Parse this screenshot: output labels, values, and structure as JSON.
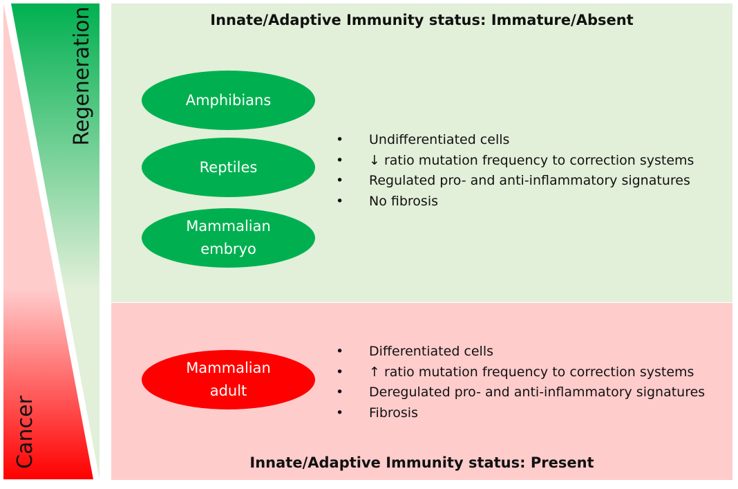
{
  "gradient_axis": {
    "top_label": "Regeneration",
    "bottom_label": "Cancer",
    "colors": {
      "regeneration_strong": "#00b050",
      "regeneration_fade": "#e2efd9",
      "cancer_fade": "#ffcccc",
      "cancer_strong": "#ff0000"
    }
  },
  "top_panel": {
    "status": "Innate/Adaptive Immunity status: Immature/Absent",
    "background": "#e2efd9",
    "organisms": [
      {
        "lines": [
          "Amphibians"
        ]
      },
      {
        "lines": [
          "Reptiles"
        ]
      },
      {
        "lines": [
          "Mammalian",
          "embryo"
        ]
      }
    ],
    "features": [
      "Undifferentiated cells",
      "↓ ratio mutation frequency to correction systems",
      "Regulated pro- and anti-inflammatory signatures",
      "No fibrosis"
    ]
  },
  "bottom_panel": {
    "status": "Innate/Adaptive Immunity status: Present",
    "background": "#ffcccc",
    "organisms": [
      {
        "lines": [
          "Mammalian",
          "adult"
        ]
      }
    ],
    "features": [
      "Differentiated cells",
      "↑ ratio mutation frequency to correction systems",
      "Deregulated pro- and anti-inflammatory signatures",
      "Fibrosis"
    ]
  }
}
